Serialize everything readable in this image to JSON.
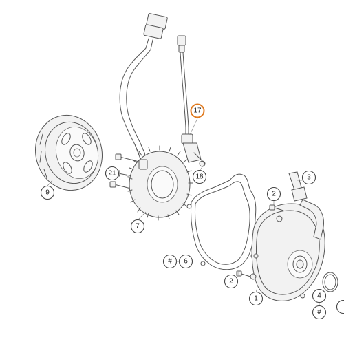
{
  "callouts": {
    "c17": "17",
    "c21": "21",
    "c18": "18",
    "c9": "9",
    "c7": "7",
    "c3": "3",
    "c2a": "2",
    "c2b": "2",
    "c6": "6",
    "c6_hash": "#",
    "c1": "1",
    "c4": "4",
    "c4_hash": "#"
  },
  "colors": {
    "highlight": "#e07a1f",
    "line": "#555555"
  }
}
